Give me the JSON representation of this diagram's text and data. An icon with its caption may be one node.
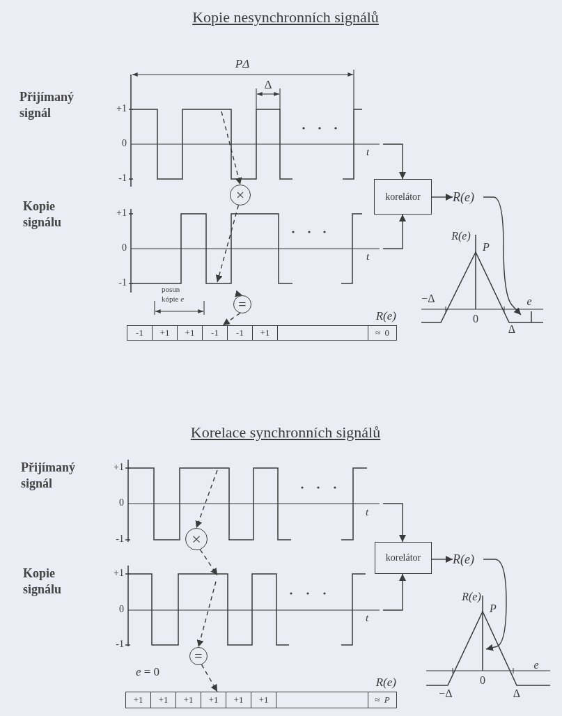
{
  "diagram": {
    "nodes": [
      {
        "text": [],
        "shape": "picture"
      },
      {
        "text": [],
        "shape": "picture"
      },
      {
        "text": [
          "×"
        ]
      },
      {
        "text": [
          "="
        ]
      },
      {
        "text": [
          "-1",
          "+1",
          "+1",
          "-1",
          "-1",
          "+1",
          "≈ 0"
        ],
        "beside": [
          "R(e)"
        ]
      },
      {
        "text": [
          "korelátor"
        ]
      },
      {
        "text": [
          "R(e)"
        ]
      },
      {
        "text": [
          "R(e)",
          "P",
          "−Δ",
          "0",
          "Δ",
          "e"
        ]
      },
      {
        "text": [],
        "shape": "picture"
      },
      {
        "text": [],
        "shape": "picture"
      },
      {
        "text": [
          "×"
        ]
      },
      {
        "text": [
          "="
        ]
      },
      {
        "text": [
          "+1",
          "+1",
          "+1",
          "+1",
          "+1",
          "+1",
          "≈ *P*"
        ],
        "beside": [
          "R(e)"
        ]
      },
      {
        "text": [
          "korelátor"
        ]
      },
      {
        "text": [
          "R(e)"
        ]
      },
      {
        "text": [
          "R(e)",
          "P",
          "−Δ",
          "0",
          "Δ",
          "e"
        ]
      }
    ],
    "edges": [
      {
        "from": 0,
        "to": 2,
        "arrow": "to",
        "style": "dashed"
      },
      {
        "from": 2,
        "to": 1,
        "arrow": "to",
        "style": "dashed"
      },
      {
        "from": 1,
        "to": 3,
        "arrow": "to",
        "style": "dashed"
      },
      {
        "from": 3,
        "to": 4,
        "arrow": "to",
        "style": "dashed"
      },
      {
        "from": 0,
        "to": 5,
        "arrow": "to"
      },
      {
        "from": 1,
        "to": 5,
        "arrow": "to"
      },
      {
        "from": 5,
        "to": 6,
        "arrow": "to"
      },
      {
        "from": 6,
        "to": 7,
        "arrow": "to"
      },
      {
        "from": 8,
        "to": 10,
        "arrow": "to",
        "style": "dashed"
      },
      {
        "from": 10,
        "to": 9,
        "arrow": "to",
        "style": "dashed"
      },
      {
        "from": 9,
        "to": 11,
        "arrow": "to",
        "style": "dashed"
      },
      {
        "from": 11,
        "to": 12,
        "arrow": "to",
        "style": "dashed"
      },
      {
        "from": 8,
        "to": 13,
        "arrow": "to"
      },
      {
        "from": 9,
        "to": 13,
        "arrow": "to"
      },
      {
        "from": 13,
        "to": 14,
        "arrow": "to"
      },
      {
        "from": 14,
        "to": 15,
        "arrow": "to"
      }
    ],
    "labels": [
      "Kopie nesynchronních signálů",
      "PΔ",
      "Δ",
      "Přijímaný signál",
      "+1",
      "0",
      "-1",
      "t",
      "Kopie signálu",
      "+1",
      "0",
      "-1",
      "t",
      "posun kópie *e*",
      "Korelace synchronních signálů",
      "Přijímaný signál",
      "+1",
      "0",
      "-1",
      "t",
      "Kopie signálu",
      "+1",
      "0",
      "-1",
      "t",
      "*e* = 0"
    ]
  }
}
